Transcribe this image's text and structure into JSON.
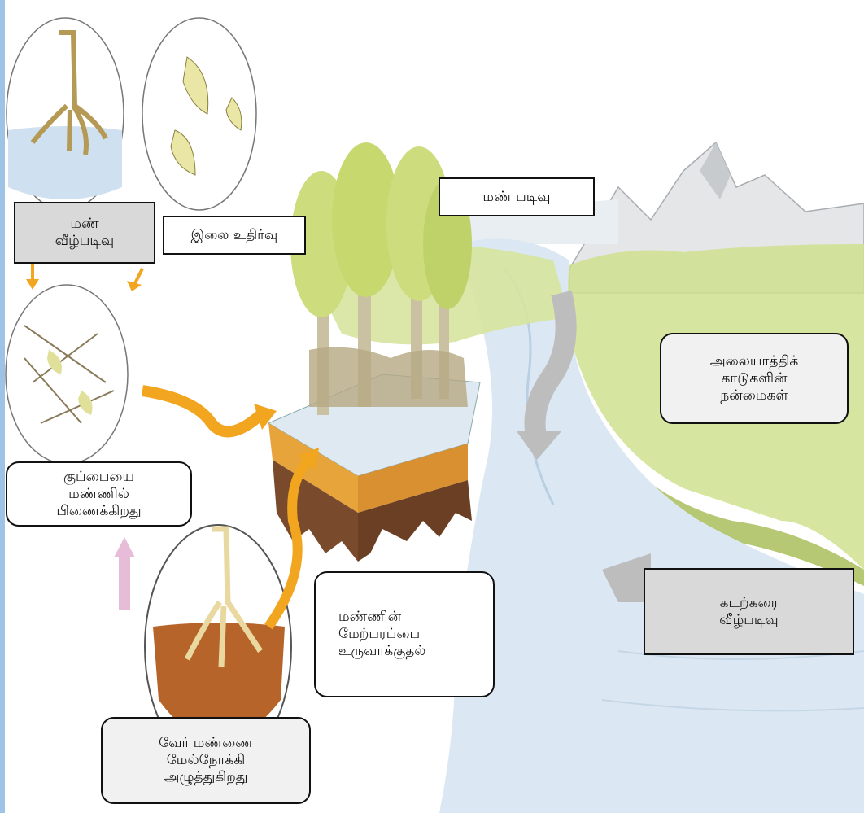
{
  "colors": {
    "water": "#cfe1f0",
    "foliage": "#c9dc7a",
    "soil_dark": "#7a4a2c",
    "soil_orange": "#e6a43a",
    "arrow_orange": "#f2a51e",
    "arrow_gray": "#bdbdbd",
    "arrow_pink": "#e7bcd8",
    "sidebar": "#9fc3e6"
  },
  "icons": [
    "tree-roots-vignette",
    "leaf-fall-vignette",
    "debris-vignette",
    "root-uplift-vignette",
    "mangrove-soil-block",
    "mountains",
    "river"
  ],
  "labels": {
    "soil_deposition": [
      "மண்",
      "வீழ்படிவு"
    ],
    "leaf_fall": [
      "இலை உதிர்வு"
    ],
    "soil_formation": [
      "மண் படிவு"
    ],
    "benefits": [
      "அலையாத்திக்",
      "காடுகளின்",
      "நன்மைகள்"
    ],
    "binds_debris": [
      "குப்பையை",
      "மண்ணில்",
      "பிணைக்கிறது"
    ],
    "surface_formation": [
      "மண்ணின்",
      "மேற்பரப்பை",
      "உருவாக்குதல்"
    ],
    "coastal_deposition": [
      "கடற்கரை",
      "வீழ்படிவு"
    ],
    "root_push": [
      "வேர் மண்ணை",
      "மேல்நோக்கி",
      "அழுத்துகிறது"
    ]
  }
}
